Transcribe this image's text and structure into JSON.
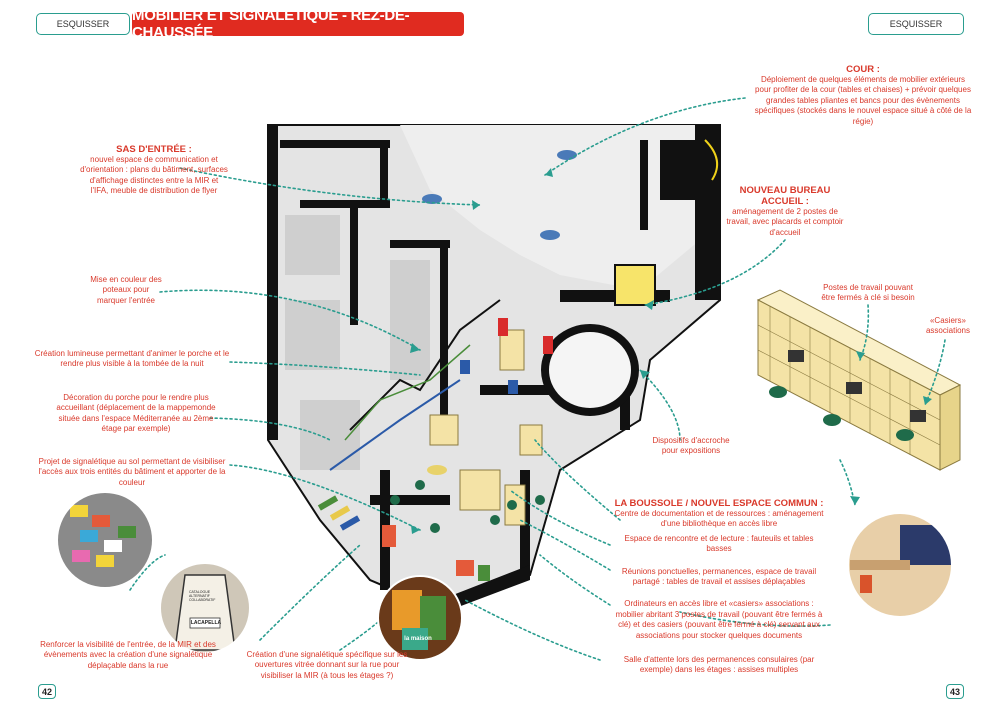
{
  "header": {
    "left_tag": "ESQUISSER",
    "right_tag": "ESQUISSER",
    "title": "MOBILIER ET SIGNALÉTIQUE - REZ-DE-CHAUSSÉE"
  },
  "annotations": {
    "cour": {
      "heading": "COUR :",
      "text": "Déploiement de quelques éléments de mobilier extérieurs pour profiter de la cour (tables et chaises) + prévoir quelques grandes tables pliantes et bancs pour des évènements spécifiques (stockés dans le nouvel espace situé à côté de la régie)"
    },
    "sas": {
      "heading": "SAS D'ENTRÉE :",
      "text": "nouvel espace de communication et d'orientation : plans du bâtiment, surfaces d'affichage distinctes entre la MIR et l'IFA, meuble de distribution de flyer"
    },
    "bureau": {
      "heading": "NOUVEAU BUREAU ACCUEIL :",
      "text": "aménagement de 2 postes de travail, avec placards et comptoir d'accueil"
    },
    "poteaux": {
      "text": "Mise en couleur des poteaux pour marquer l'entrée"
    },
    "lumineuse": {
      "text": "Création lumineuse permettant d'animer le porche et le rendre plus visible à la tombée de la nuit"
    },
    "porche": {
      "text": "Décoration du porche pour le rendre plus accueillant (déplacement de la mappemonde située dans l'espace Méditerranée au 2ème étage par exemple)"
    },
    "sol": {
      "text": "Projet de signalétique au sol permettant de visibiliser l'accès aux trois entités du bâtiment et apporter de la couleur"
    },
    "postes": {
      "text": "Postes de travail pouvant être fermés à clé si besoin"
    },
    "casiers": {
      "text": "«Casiers» associations"
    },
    "accroche": {
      "text": "Dispositifs d'accroche pour expositions"
    },
    "boussole": {
      "heading": "LA BOUSSOLE / NOUVEL ESPACE COMMUN :",
      "p1": "Centre de documentation et de ressources : aménagement d'une bibliothèque en accès libre",
      "p2": "Espace de rencontre et de lecture : fauteuils et tables basses",
      "p3": "Réunions ponctuelles, permanences, espace de travail partagé : tables de travail et assises déplaçables",
      "p4": "Ordinateurs en accès libre et «casiers» associations : mobilier abritant 3 postes de travail (pouvant être fermés à clé) et des casiers (pouvant être fermé à clé) servant aux associations pour stocker quelques documents",
      "p5": "Salle d'attente lors des permanences consulaires (par exemple) dans les étages : assises multiples"
    },
    "visibilite": {
      "text": "Renforcer la visibilité de l'entrée, de la MIR et des évènements avec la création d'une signalétique déplaçable dans la rue"
    },
    "vitree": {
      "text": "Création d'une signalétique spécifique sur les ouvertures vitrée donnant sur la rue pour visibiliser la MIR (à tous les étages ?)"
    }
  },
  "photos": {
    "sign_text": "LACAPELLA",
    "sign_small": "CATALOGUE ALTERNATIF COLLABORATIF",
    "vitrine_text": "la maison"
  },
  "pages": {
    "left": "42",
    "right": "43"
  },
  "colors": {
    "accent_red": "#e02b20",
    "teal": "#2a9d8f",
    "annotation": "#d9392b",
    "wood": "#f4e3a6"
  }
}
